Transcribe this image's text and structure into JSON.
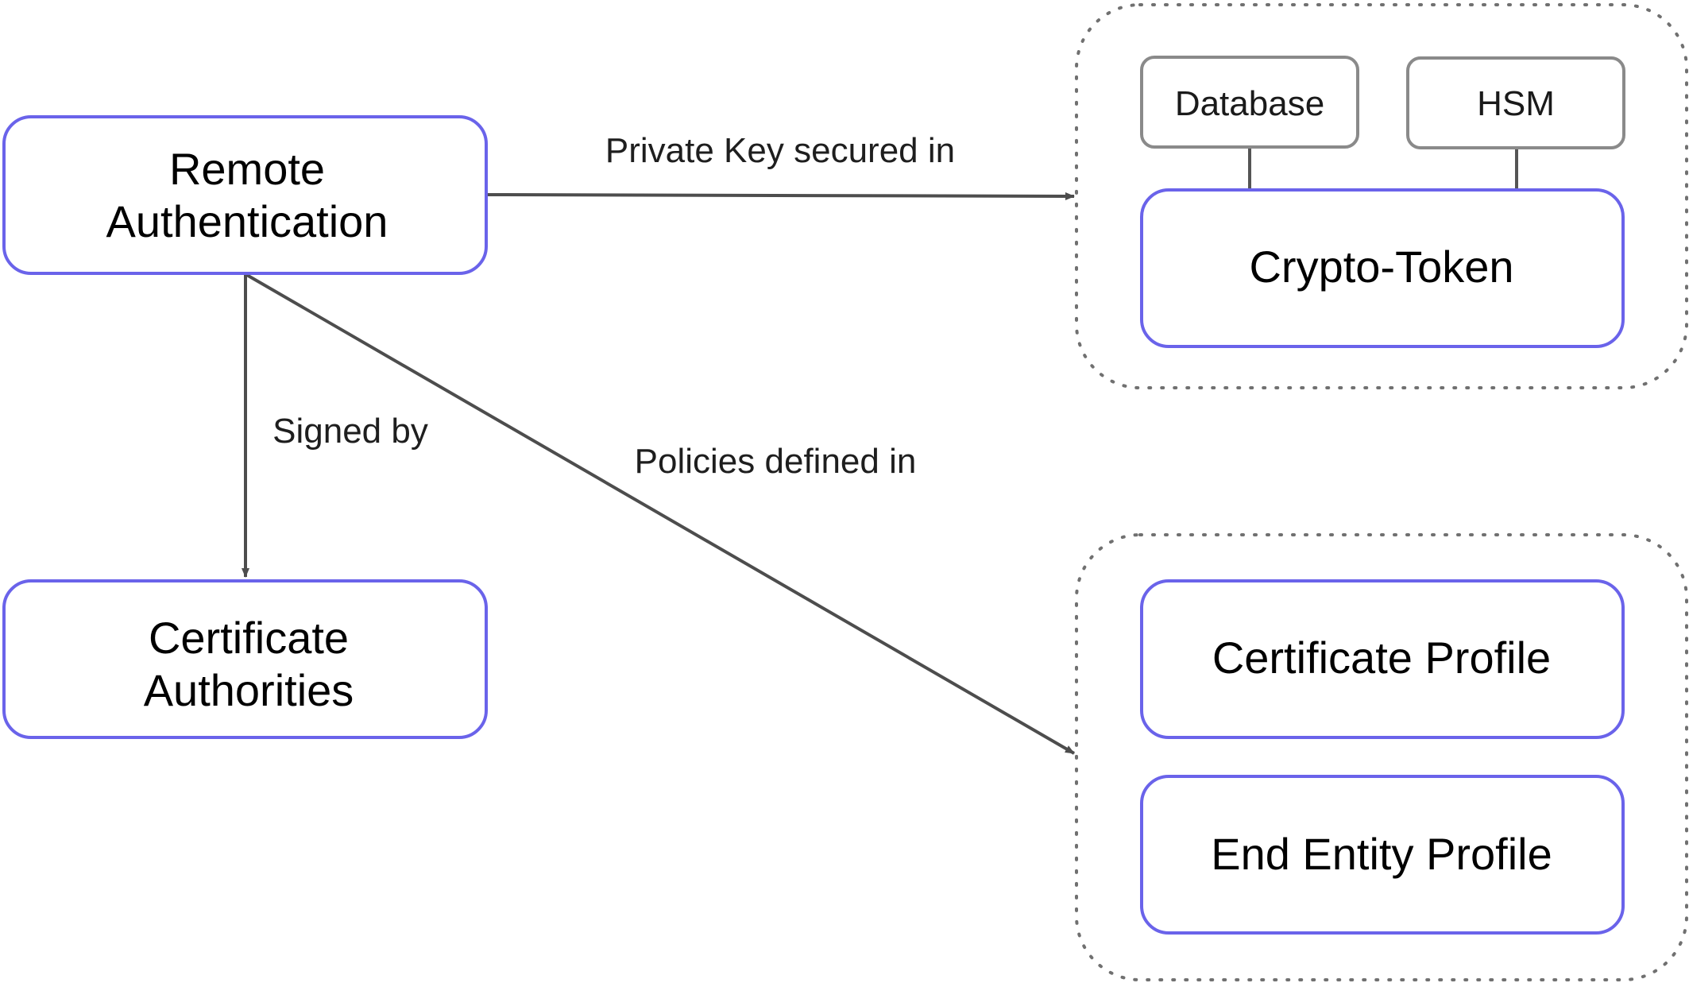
{
  "nodes": {
    "remote_auth": {
      "line1": "Remote",
      "line2": "Authentication"
    },
    "cert_authorities": {
      "line1": "Certificate",
      "line2": "Authorities"
    },
    "crypto_token": {
      "label": "Crypto-Token"
    },
    "database": {
      "label": "Database"
    },
    "hsm": {
      "label": "HSM"
    },
    "cert_profile": {
      "label": "Certificate Profile"
    },
    "end_entity_profile": {
      "label": "End Entity Profile"
    }
  },
  "edges": {
    "private_key": {
      "label": "Private Key secured in"
    },
    "signed_by": {
      "label": "Signed by"
    },
    "policies": {
      "label": "Policies defined in"
    }
  },
  "colors": {
    "node_border": "#6a63ea",
    "store_border": "#8a8a8a",
    "arrow": "#4d4d4d",
    "group_border": "#707070"
  }
}
